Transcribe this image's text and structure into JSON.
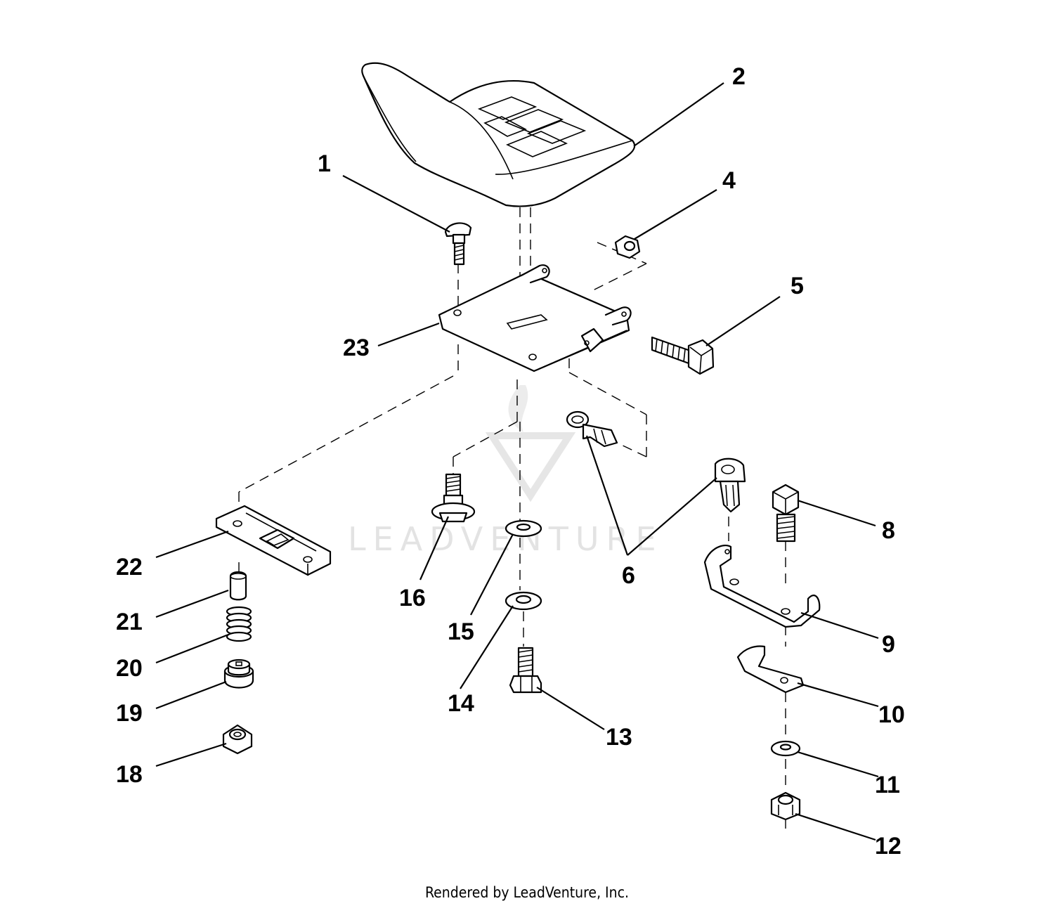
{
  "watermark": {
    "text": "LEADVENTURE"
  },
  "footer": {
    "text": "Rendered by LeadVenture, Inc."
  },
  "callouts": {
    "c1": "1",
    "c2": "2",
    "c4": "4",
    "c5": "5",
    "c6": "6",
    "c8": "8",
    "c9": "9",
    "c10": "10",
    "c11": "11",
    "c12": "12",
    "c13": "13",
    "c14": "14",
    "c15": "15",
    "c16": "16",
    "c18": "18",
    "c19": "19",
    "c20": "20",
    "c21": "21",
    "c22": "22",
    "c23": "23"
  }
}
